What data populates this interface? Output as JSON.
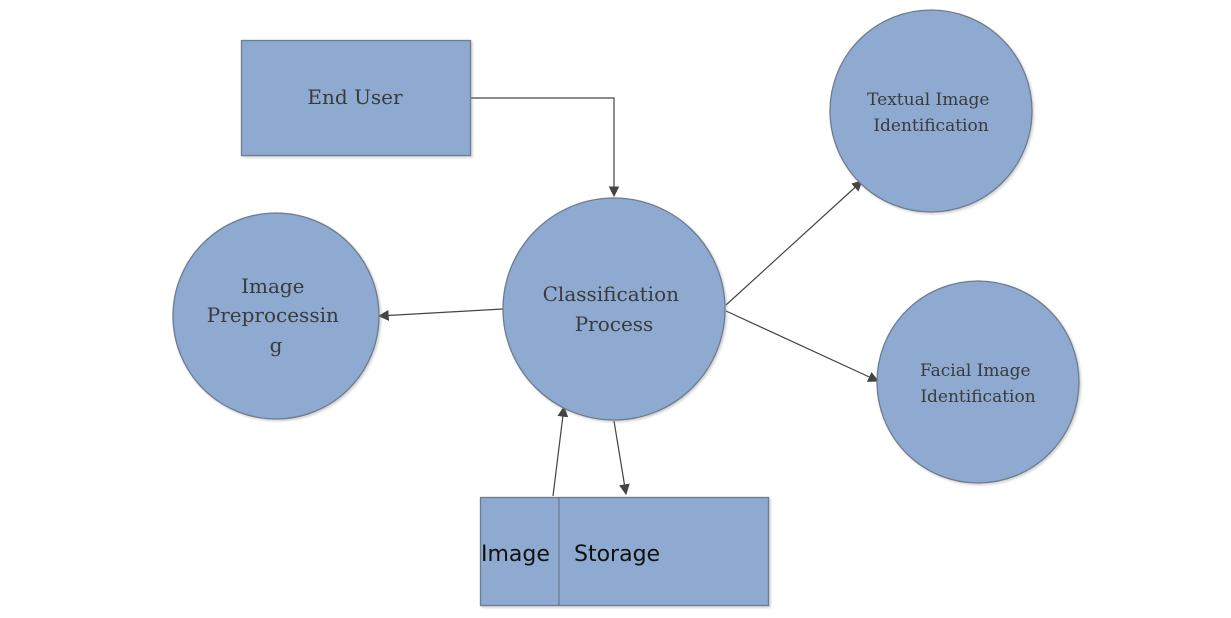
{
  "nodes": {
    "end_user": "End User",
    "classification_process": [
      "Classification",
      "Process"
    ],
    "image_preprocessing": [
      "Image",
      "Preprocessin",
      "g"
    ],
    "textual_image_identification": [
      "Textual Image",
      "Identification"
    ],
    "facial_image_identification": [
      "Facial Image",
      "Identification"
    ],
    "image_storage": [
      "Image",
      "Storage"
    ]
  },
  "colors": {
    "node_fill": "#8eaad0",
    "node_stroke": "#6d7c90",
    "edge": "#444444"
  }
}
